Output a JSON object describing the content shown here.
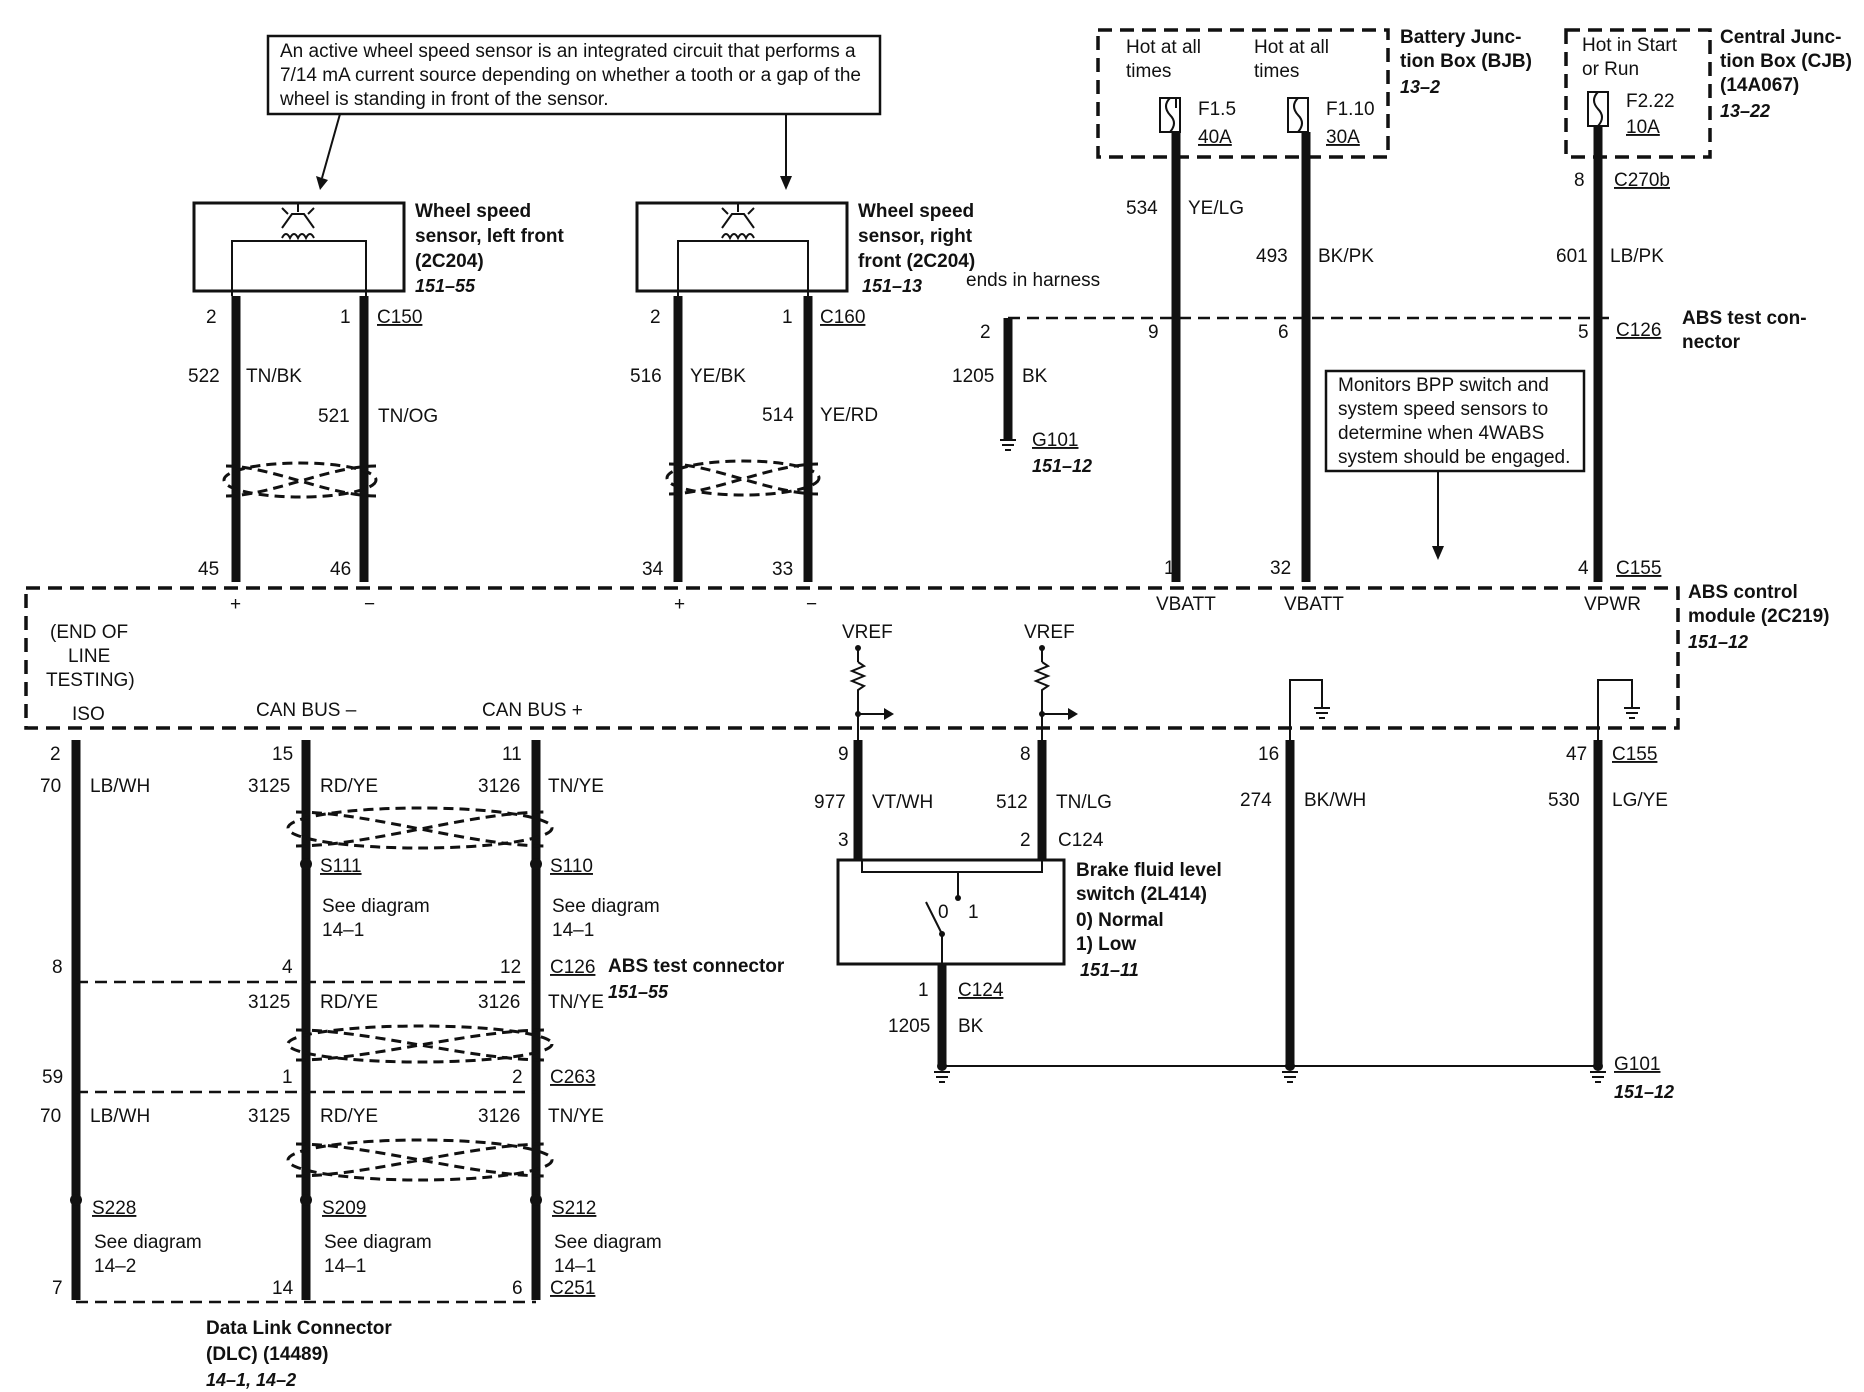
{
  "note_active_sensor": [
    "An active wheel speed sensor is an integrated circuit that performs a",
    "7/14 mA current source depending on whether a tooth or a gap of the",
    "wheel is standing in front of the sensor."
  ],
  "wss_left": {
    "name_lines": [
      "Wheel speed",
      "sensor, left front",
      "(2C204)"
    ],
    "ref": "151–55",
    "pin_a": "2",
    "pin_b": "1",
    "connector": "C150",
    "wire_a_num": "522",
    "wire_a_color": "TN/BK",
    "wire_b_num": "521",
    "wire_b_color": "TN/OG",
    "module_pin_a": "45",
    "module_pin_b": "46"
  },
  "wss_right": {
    "name_lines": [
      "Wheel speed",
      "sensor, right",
      "front (2C204)"
    ],
    "ref": "151–13",
    "pin_a": "2",
    "pin_b": "1",
    "connector": "C160",
    "wire_a_num": "516",
    "wire_a_color": "YE/BK",
    "wire_b_num": "514",
    "wire_b_color": "YE/RD",
    "module_pin_a": "34",
    "module_pin_b": "33"
  },
  "bjb": {
    "name_lines": [
      "Battery Junc-",
      "tion Box (BJB)"
    ],
    "ref": "13–2",
    "hot1_lines": [
      "Hot at all",
      "times"
    ],
    "hot2_lines": [
      "Hot at all",
      "times"
    ],
    "fuse1_id": "F1.5",
    "fuse1_amp": "40A",
    "fuse2_id": "F1.10",
    "fuse2_amp": "30A"
  },
  "cjb": {
    "name_lines": [
      "Central Junc-",
      "tion Box (CJB)",
      "(14A067)"
    ],
    "ref": "13–22",
    "hot_lines": [
      "Hot in Start",
      "or Run"
    ],
    "fuse_id": "F2.22",
    "fuse_amp": "10A",
    "pin": "8",
    "connector": "C270b"
  },
  "power_wires": {
    "w1_num": "534",
    "w1_color": "YE/LG",
    "w2_num": "493",
    "w2_color": "BK/PK",
    "w3_num": "601",
    "w3_color": "LB/PK"
  },
  "abs_test_connector_top": {
    "ends_in_harness": "ends in harness",
    "pin_gnd": "2",
    "pin1": "9",
    "pin2": "6",
    "pin3": "5",
    "connector": "C126",
    "name_lines": [
      "ABS test con-",
      "nector"
    ],
    "gnd_wire_num": "1205",
    "gnd_wire_color": "BK",
    "ground": "G101",
    "ground_ref": "151–12"
  },
  "note_bpp": [
    "Monitors BPP switch and",
    "system speed sensors to",
    "determine when 4WABS",
    "system should be engaged."
  ],
  "abs_module": {
    "name_lines": [
      "ABS control",
      "module (2C219)"
    ],
    "ref": "151–12",
    "pin_vbatt1": "1",
    "pin_vbatt2": "32",
    "pin_vpwr": "4",
    "connector_top": "C155",
    "label_vbatt1": "VBATT",
    "label_vbatt2": "VBATT",
    "label_vpwr": "VPWR",
    "plus": "+",
    "minus": "−",
    "eol_lines": [
      "(END OF",
      "LINE",
      "TESTING)"
    ],
    "iso": "ISO",
    "can_minus": "CAN BUS –",
    "can_plus": "CAN BUS +",
    "vref1": "VREF",
    "vref2": "VREF",
    "pin_iso": "2",
    "pin_can_minus": "15",
    "pin_can_plus": "11",
    "pin_vref1": "9",
    "pin_vref2": "8",
    "pin_gnd1": "16",
    "pin_gnd2": "47",
    "connector_bottom": "C155"
  },
  "can_wires": {
    "iso_num": "70",
    "iso_color": "LB/WH",
    "canm_num": "3125",
    "canm_color": "RD/YE",
    "canp_num": "3126",
    "canp_color": "TN/YE",
    "splice_m": "S111",
    "splice_p": "S110",
    "see_diagram": "See diagram",
    "see_ref": "14–1"
  },
  "abs_test_connector_bottom": {
    "pin_iso": "8",
    "pin_canm": "4",
    "pin_canp": "12",
    "connector": "C126",
    "name": "ABS test connector",
    "ref": "151–55",
    "canm_num": "3125",
    "canm_color": "RD/YE",
    "canp_num": "3126",
    "canp_color": "TN/YE"
  },
  "c263": {
    "pin_iso": "59",
    "pin_canm": "1",
    "pin_canp": "2",
    "connector": "C263",
    "iso_num": "70",
    "iso_color": "LB/WH",
    "canm_num": "3125",
    "canm_color": "RD/YE",
    "canp_num": "3126",
    "canp_color": "TN/YE",
    "splice_iso": "S228",
    "splice_m": "S209",
    "splice_p": "S212",
    "see_diagram": "See diagram",
    "ref_iso": "14–2",
    "ref_m": "14–1",
    "ref_p": "14–1"
  },
  "dlc": {
    "pin_iso": "7",
    "pin_canm": "14",
    "pin_canp": "6",
    "connector": "C251",
    "name_lines": [
      "Data Link Connector",
      "(DLC) (14489)"
    ],
    "ref": "14–1, 14–2"
  },
  "brake_switch": {
    "w1_num": "977",
    "w1_color": "VT/WH",
    "w2_num": "512",
    "w2_color": "TN/LG",
    "pin1": "3",
    "pin2": "2",
    "connector": "C124",
    "name_lines": [
      "Brake fluid level",
      "switch (2L414)"
    ],
    "state0": "0)    Normal",
    "state1": "1)    Low",
    "ref": "151–11",
    "sw0": "0",
    "sw1": "1",
    "pin_gnd": "1",
    "gnd_connector": "C124",
    "gnd_num": "1205",
    "gnd_color": "BK"
  },
  "ground_wires": {
    "w1_num": "274",
    "w1_color": "BK/WH",
    "w2_num": "530",
    "w2_color": "LG/YE",
    "connector": "C155",
    "ground": "G101",
    "ground_ref": "151–12"
  }
}
